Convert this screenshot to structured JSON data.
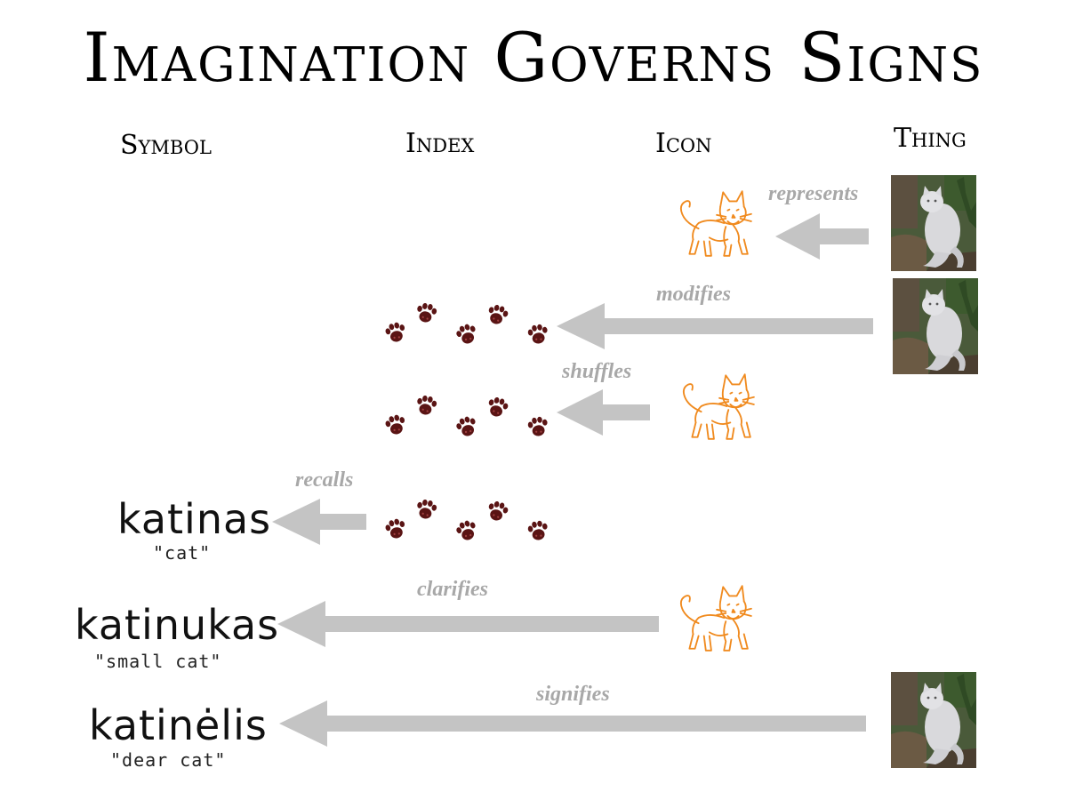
{
  "title": "Imagination Governs Signs",
  "columns": {
    "symbol": "Symbol",
    "index": "Index",
    "icon": "Icon",
    "thing": "Thing"
  },
  "verbs": {
    "represents": "represents",
    "modifies": "modifies",
    "shuffles": "shuffles",
    "recalls": "recalls",
    "clarifies": "clarifies",
    "signifies": "signifies"
  },
  "symbols": [
    {
      "word": "katinas",
      "gloss": "\"cat\""
    },
    {
      "word": "katinukas",
      "gloss": "\"small cat\""
    },
    {
      "word": "katinėlis",
      "gloss": "\"dear cat\""
    }
  ],
  "colors": {
    "arrow": "#c4c4c4",
    "icon_stroke": "#f08a1e",
    "paw": "#5a1414"
  }
}
